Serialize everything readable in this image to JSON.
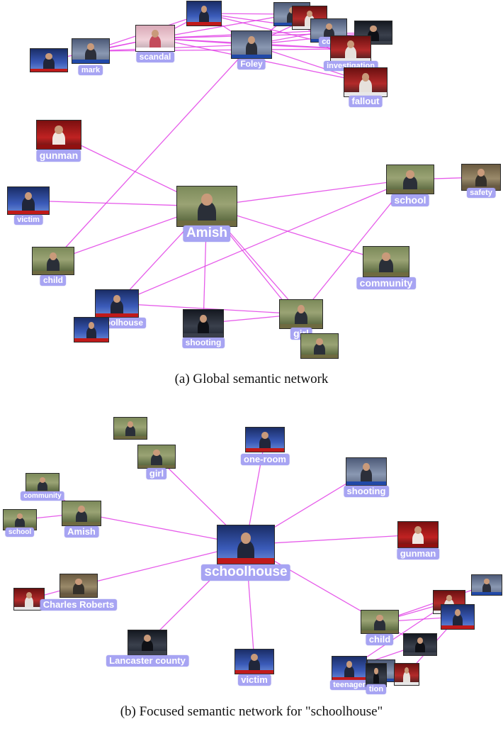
{
  "colors": {
    "edge": "#e23fe6",
    "label_bg": "#a7a4f3",
    "label_text": "#ffffff"
  },
  "captions": {
    "a": "(a)  Global semantic network",
    "b": "(b)  Focused semantic network for \"schoolhouse\""
  },
  "global_network": {
    "nodes": [
      {
        "id": "g-top1",
        "label": "",
        "theme": "blue"
      },
      {
        "id": "g-top2",
        "label": "",
        "theme": "studio"
      },
      {
        "id": "g-top3",
        "label": "",
        "theme": "red"
      },
      {
        "id": "g-con",
        "label": "con",
        "theme": "studio"
      },
      {
        "id": "g-top5",
        "label": "",
        "theme": "dark"
      },
      {
        "id": "g-left",
        "label": "",
        "theme": "blue"
      },
      {
        "id": "g-mark",
        "label": "mark",
        "theme": "studio"
      },
      {
        "id": "g-scandal",
        "label": "scandal",
        "theme": "pink"
      },
      {
        "id": "g-foley",
        "label": "Foley",
        "theme": "studio"
      },
      {
        "id": "g-investigation",
        "label": "investigation",
        "theme": "red"
      },
      {
        "id": "g-fallout",
        "label": "fallout",
        "theme": "red"
      },
      {
        "id": "g-gunman",
        "label": "gunman",
        "theme": "redface"
      },
      {
        "id": "g-school",
        "label": "school",
        "theme": "outdoor"
      },
      {
        "id": "g-safety",
        "label": "safety",
        "theme": "warm"
      },
      {
        "id": "g-victim",
        "label": "victim",
        "theme": "blue"
      },
      {
        "id": "g-amish",
        "label": "Amish",
        "theme": "outdoor"
      },
      {
        "id": "g-child",
        "label": "child",
        "theme": "outdoor"
      },
      {
        "id": "g-community",
        "label": "community",
        "theme": "outdoor"
      },
      {
        "id": "g-schoolhouse",
        "label": "schoolhouse",
        "theme": "blue"
      },
      {
        "id": "g-extra",
        "label": "",
        "theme": "blue"
      },
      {
        "id": "g-shooting",
        "label": "shooting",
        "theme": "dark"
      },
      {
        "id": "g-girl",
        "label": "girl",
        "theme": "outdoor"
      },
      {
        "id": "g-girl2",
        "label": "",
        "theme": "outdoor"
      }
    ],
    "edges": [
      [
        "g-mark",
        "g-scandal"
      ],
      [
        "g-mark",
        "g-foley"
      ],
      [
        "g-mark",
        "g-top1"
      ],
      [
        "g-left",
        "g-scandal"
      ],
      [
        "g-scandal",
        "g-foley"
      ],
      [
        "g-scandal",
        "g-top1"
      ],
      [
        "g-scandal",
        "g-top2"
      ],
      [
        "g-scandal",
        "g-investigation"
      ],
      [
        "g-scandal",
        "g-fallout"
      ],
      [
        "g-scandal",
        "g-con"
      ],
      [
        "g-foley",
        "g-top1"
      ],
      [
        "g-foley",
        "g-top2"
      ],
      [
        "g-foley",
        "g-top3"
      ],
      [
        "g-foley",
        "g-con"
      ],
      [
        "g-foley",
        "g-top5"
      ],
      [
        "g-foley",
        "g-investigation"
      ],
      [
        "g-foley",
        "g-fallout"
      ],
      [
        "g-top1",
        "g-top2"
      ],
      [
        "g-top1",
        "g-con"
      ],
      [
        "g-top1",
        "g-investigation"
      ],
      [
        "g-top2",
        "g-fallout"
      ],
      [
        "g-con",
        "g-fallout"
      ],
      [
        "g-top5",
        "g-investigation"
      ],
      [
        "g-mark",
        "g-investigation"
      ],
      [
        "g-scandal",
        "g-top5"
      ],
      [
        "g-foley",
        "g-child"
      ],
      [
        "g-gunman",
        "g-amish"
      ],
      [
        "g-victim",
        "g-amish"
      ],
      [
        "g-child",
        "g-amish"
      ],
      [
        "g-school",
        "g-amish"
      ],
      [
        "g-community",
        "g-amish"
      ],
      [
        "g-schoolhouse",
        "g-amish"
      ],
      [
        "g-shooting",
        "g-amish"
      ],
      [
        "g-girl",
        "g-amish"
      ],
      [
        "g-girl2",
        "g-amish"
      ],
      [
        "g-school",
        "g-safety"
      ],
      [
        "g-school",
        "g-schoolhouse"
      ],
      [
        "g-schoolhouse",
        "g-girl"
      ],
      [
        "g-shooting",
        "g-girl"
      ],
      [
        "g-school",
        "g-girl"
      ]
    ]
  },
  "focused_network": {
    "nodes": [
      {
        "id": "f-tl",
        "label": "",
        "theme": "outdoor"
      },
      {
        "id": "f-girl",
        "label": "girl",
        "theme": "outdoor"
      },
      {
        "id": "f-oneroom",
        "label": "one-room",
        "theme": "blue"
      },
      {
        "id": "f-shooting",
        "label": "shooting",
        "theme": "studio"
      },
      {
        "id": "f-community",
        "label": "community",
        "theme": "outdoor"
      },
      {
        "id": "f-school",
        "label": "school",
        "theme": "outdoor"
      },
      {
        "id": "f-amish",
        "label": "Amish",
        "theme": "outdoor"
      },
      {
        "id": "f-gunman",
        "label": "gunman",
        "theme": "redface"
      },
      {
        "id": "f-schoolhouse",
        "label": "schoolhouse",
        "theme": "blue"
      },
      {
        "id": "f-redleft",
        "label": "",
        "theme": "red"
      },
      {
        "id": "f-charles",
        "label": "Charles Roberts",
        "theme": "warm"
      },
      {
        "id": "f-child",
        "label": "child",
        "theme": "outdoor"
      },
      {
        "id": "f-c1",
        "label": "",
        "theme": "red"
      },
      {
        "id": "f-c2",
        "label": "",
        "theme": "studio"
      },
      {
        "id": "f-c3",
        "label": "",
        "theme": "blue"
      },
      {
        "id": "f-c4",
        "label": "",
        "theme": "dark"
      },
      {
        "id": "f-c5",
        "label": "",
        "theme": "studio"
      },
      {
        "id": "f-lancaster",
        "label": "Lancaster county",
        "theme": "dark"
      },
      {
        "id": "f-victim",
        "label": "victim",
        "theme": "blue"
      },
      {
        "id": "f-teenager",
        "label": "teenager",
        "theme": "blue"
      },
      {
        "id": "f-t2",
        "label": "tion",
        "theme": "dark"
      },
      {
        "id": "f-t3",
        "label": "",
        "theme": "red"
      }
    ],
    "edges": [
      [
        "f-schoolhouse",
        "f-girl"
      ],
      [
        "f-schoolhouse",
        "f-oneroom"
      ],
      [
        "f-schoolhouse",
        "f-shooting"
      ],
      [
        "f-schoolhouse",
        "f-gunman"
      ],
      [
        "f-schoolhouse",
        "f-amish"
      ],
      [
        "f-schoolhouse",
        "f-charles"
      ],
      [
        "f-schoolhouse",
        "f-child"
      ],
      [
        "f-schoolhouse",
        "f-lancaster"
      ],
      [
        "f-schoolhouse",
        "f-victim"
      ],
      [
        "f-amish",
        "f-community"
      ],
      [
        "f-amish",
        "f-school"
      ],
      [
        "f-redleft",
        "f-charles"
      ],
      [
        "f-child",
        "f-c1"
      ],
      [
        "f-child",
        "f-c2"
      ],
      [
        "f-child",
        "f-c3"
      ],
      [
        "f-child",
        "f-c4"
      ],
      [
        "f-c5",
        "f-t2"
      ],
      [
        "f-c5",
        "f-t3"
      ],
      [
        "f-c1",
        "f-teenager"
      ],
      [
        "f-c3",
        "f-t3"
      ],
      [
        "f-c4",
        "f-teenager"
      ]
    ]
  }
}
